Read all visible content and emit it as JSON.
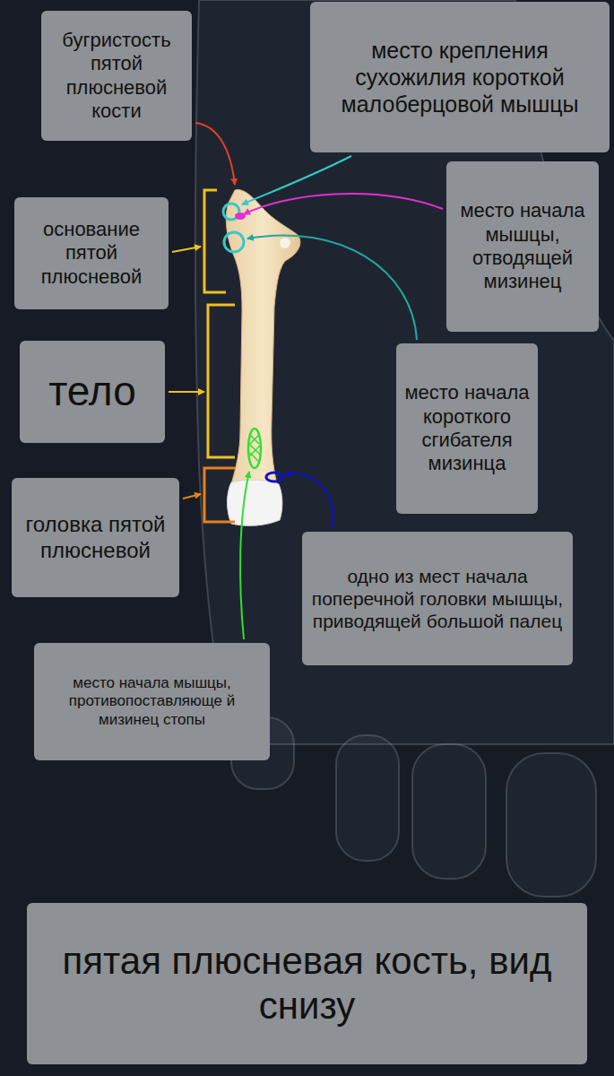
{
  "diagram": {
    "nodes": [
      {
        "text": [
          "бугристость пятой плюсневой кости"
        ]
      },
      {
        "text": [
          "место крепления сухожилия короткой малоберцовой мышцы"
        ]
      },
      {
        "text": [
          "место начала мышцы, отводящей мизинец"
        ]
      },
      {
        "text": [
          "основание пятой плюсневой"
        ]
      },
      {
        "text": [
          "тело"
        ]
      },
      {
        "text": [
          "место начала короткого сгибателя мизинца"
        ]
      },
      {
        "text": [
          "головка пятой плюсневой"
        ]
      },
      {
        "text": [
          "одно из мест начала поперечной головки мышцы, приводящей большой палец"
        ]
      },
      {
        "text": [
          "место начала мышцы, противопоставляюще й мизинец стопы"
        ]
      },
      {
        "text": [
          "пятая плюсневая кость, вид снизу"
        ]
      }
    ]
  }
}
